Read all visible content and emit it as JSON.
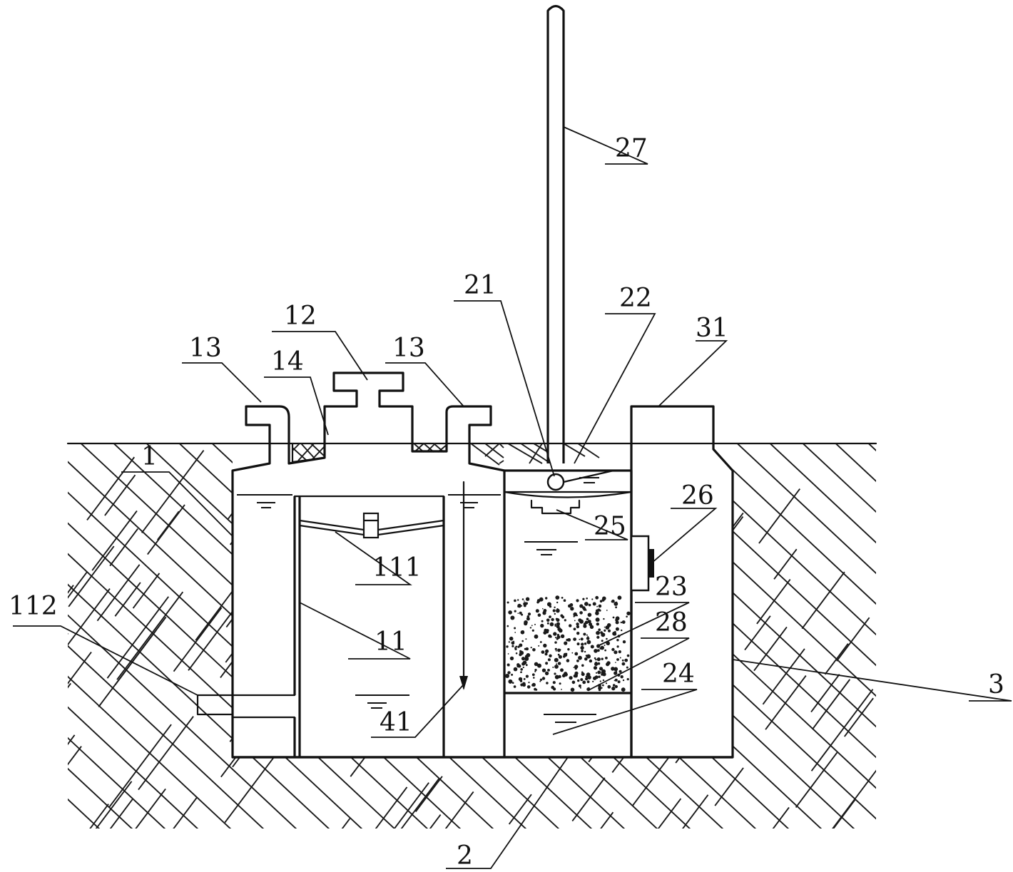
{
  "labels": {
    "l1": "1",
    "l2": "2",
    "l3": "3",
    "l11": "11",
    "l111": "111",
    "l112": "112",
    "l12": "12",
    "l13a": "13",
    "l13b": "13",
    "l14": "14",
    "l21": "21",
    "l22": "22",
    "l23": "23",
    "l24": "24",
    "l25": "25",
    "l26": "26",
    "l27": "27",
    "l28": "28",
    "l31": "31",
    "l41": "41"
  }
}
